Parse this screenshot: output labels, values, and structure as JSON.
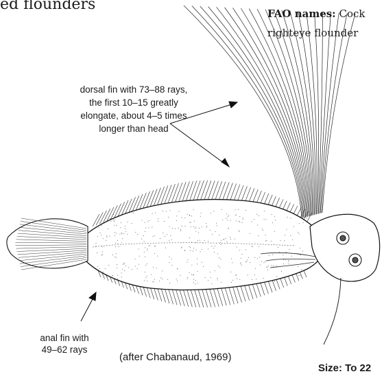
{
  "header": {
    "partial_title": "ed flounders"
  },
  "fao": {
    "label": "FAO names:",
    "line1_text": "Cock",
    "line2_text": "righteye flounder"
  },
  "annotations": {
    "dorsal": [
      "dorsal fin with 73–88 rays,",
      "the first 10–15 greatly",
      "elongate, about 4–5 times",
      "longer than head"
    ],
    "anal": [
      "anal fin with",
      "49–62 rays"
    ]
  },
  "credit": "(after Chabanaud, 1969)",
  "size_label": "Size: To 22"
}
